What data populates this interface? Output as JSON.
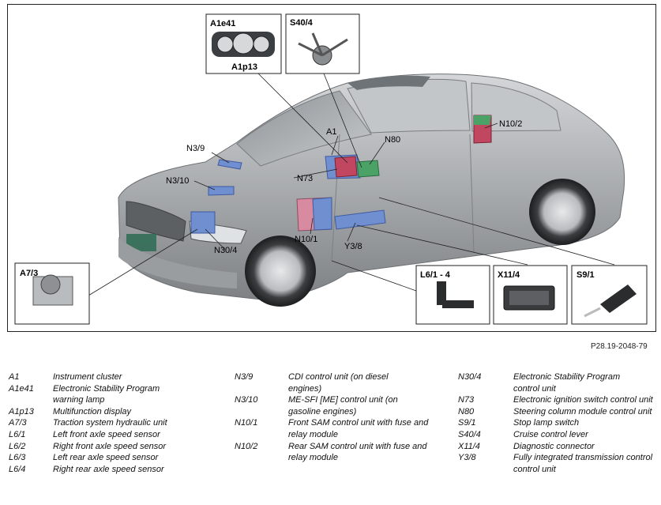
{
  "diagram": {
    "ref_code": "P28.19-2048-79",
    "callouts": {
      "a1e41": "A1e41",
      "a1p13": "A1p13",
      "s40_4": "S40/4",
      "a1": "A1",
      "n80": "N80",
      "n3_9": "N3/9",
      "n73": "N73",
      "n10_2": "N10/2",
      "n3_10": "N3/10",
      "n10_1": "N10/1",
      "n30_4": "N30/4",
      "y3_8": "Y3/8",
      "a7_3": "A7/3",
      "l6_1_4": "L6/1 - 4",
      "x11_4": "X11/4",
      "s9_1": "S9/1"
    },
    "colors": {
      "car_body": "#aeb0b3",
      "module_blue": "#6f8fd0",
      "module_red": "#c0475f",
      "module_green": "#4aa266",
      "module_pink": "#d88aa0"
    }
  },
  "legend": {
    "col1": [
      {
        "code": "A1",
        "desc": "Instrument cluster"
      },
      {
        "code": "A1e41",
        "desc": "Electronic Stability Program warning lamp"
      },
      {
        "code": "A1p13",
        "desc": "Multifunction display"
      },
      {
        "code": "A7/3",
        "desc": "Traction system hydraulic unit"
      },
      {
        "code": "L6/1",
        "desc": "Left front axle speed sensor"
      },
      {
        "code": "L6/2",
        "desc": "Right front axle speed sensor"
      },
      {
        "code": "L6/3",
        "desc": "Left rear axle speed sensor"
      },
      {
        "code": "L6/4",
        "desc": "Right rear axle speed sensor"
      }
    ],
    "col2": [
      {
        "code": "N3/9",
        "desc": "CDI control unit (on diesel engines)"
      },
      {
        "code": "N3/10",
        "desc": "ME-SFI [ME] control unit (on gasoline engines)"
      },
      {
        "code": "N10/1",
        "desc": "Front SAM control unit with fuse and relay module"
      },
      {
        "code": "N10/2",
        "desc": "Rear SAM control unit with fuse and relay module"
      }
    ],
    "col3": [
      {
        "code": "N30/4",
        "desc": "Electronic Stability Program control unit"
      },
      {
        "code": "N73",
        "desc": "Electronic ignition switch control unit"
      },
      {
        "code": "N80",
        "desc": "Steering column module control unit"
      },
      {
        "code": "S9/1",
        "desc": "Stop lamp switch"
      },
      {
        "code": "S40/4",
        "desc": "Cruise control lever"
      },
      {
        "code": "X11/4",
        "desc": "Diagnostic connector"
      },
      {
        "code": "Y3/8",
        "desc": "Fully integrated transmission control control unit"
      }
    ]
  }
}
